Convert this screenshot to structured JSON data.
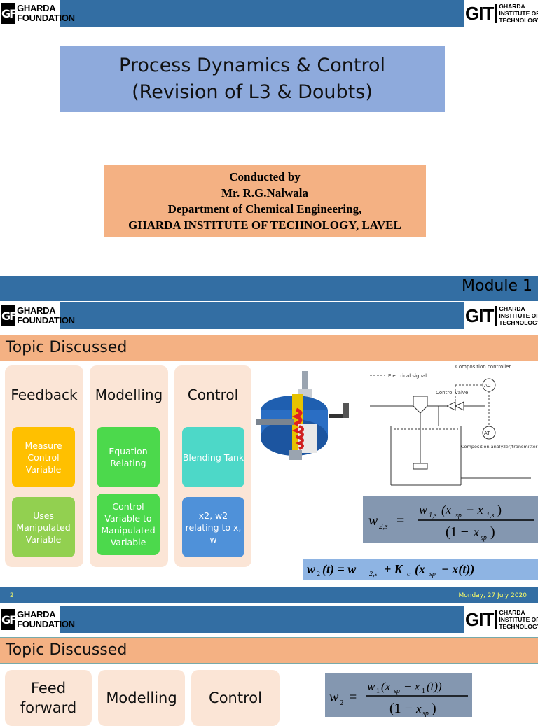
{
  "logos": {
    "gf_mark": "GF",
    "gf_line1": "GHARDA",
    "gf_line2": "FOUNDATION",
    "git_big": "GIT",
    "git_line1": "GHARDA",
    "git_line2": "INSTITUTE OF",
    "git_line3": "TECHNOLOGY"
  },
  "slide1": {
    "title_line1": "Process Dynamics & Control",
    "title_line2": "(Revision of L3 & Doubts)",
    "conducted_by": "Conducted by",
    "presenter": "Mr. R.G.Nalwala",
    "department": "Department of Chemical Engineering,",
    "institute": "GHARDA INSTITUTE OF TECHNOLOGY, LAVEL",
    "module": "Module 1"
  },
  "slide2": {
    "topic": "Topic Discussed",
    "columns": [
      {
        "header": "Feedback",
        "box1": "Measure Control Variable",
        "box2": "Uses Manipulated Variable"
      },
      {
        "header": "Modelling",
        "box1": "Equation Relating",
        "box2": "Control Variable to Manipulated Variable"
      },
      {
        "header": "Control",
        "box1": "Blending Tank",
        "box2": "x2, w2 relating to x, w"
      }
    ],
    "diagram": {
      "electrical_signal": "Electrical signal",
      "composition_controller": "Composition controller",
      "control_valve": "Control valve",
      "analyzer": "Composition analyzer/transmitter",
      "ac": "AC",
      "at": "AT"
    },
    "page_number": "2",
    "date": "Monday, 27 July 2020"
  },
  "slide3": {
    "topic": "Topic Discussed",
    "col1": "Feed forward",
    "col2": "Modelling",
    "col3": "Control"
  },
  "colors": {
    "bar": "#336ea3",
    "title_bg": "#8eaadc",
    "orange": "#f4b183",
    "peach": "#fbe5d6",
    "pill_orange": "#ffc000",
    "pill_lime": "#92d050",
    "pill_green": "#4cd94c",
    "pill_teal": "#4dd8c8",
    "pill_blue": "#4f91d9",
    "eq_bg": "#8497b0",
    "eq2_bg": "#8eb4e3"
  }
}
